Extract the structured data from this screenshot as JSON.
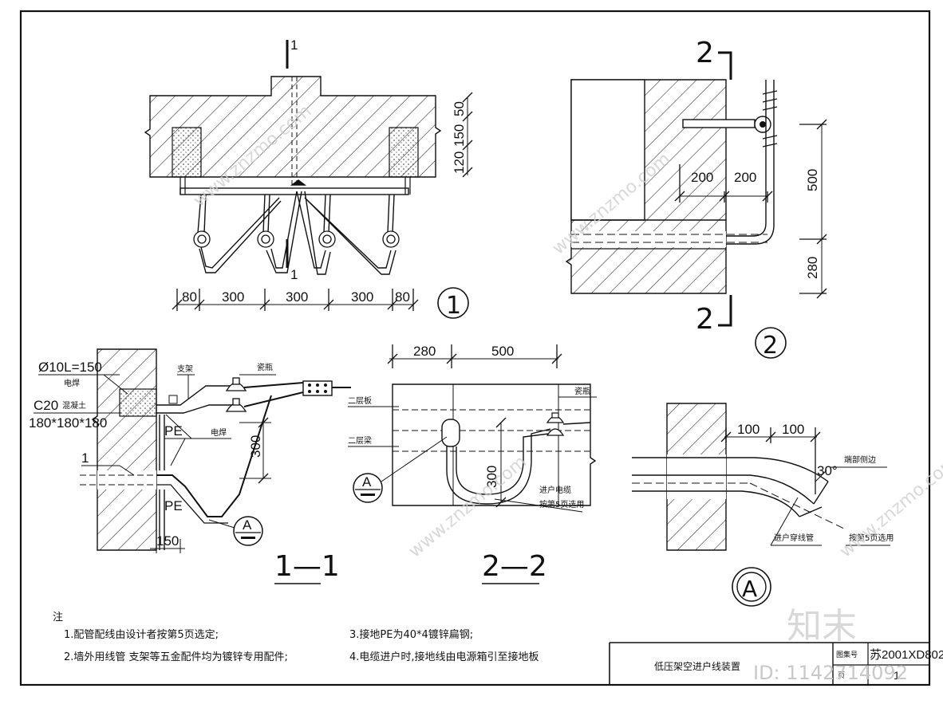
{
  "title_block": {
    "drawing_title": "低压架空进户线装置",
    "atlas_label": "图集号",
    "atlas_number": "苏2001XD802",
    "page_label": "页",
    "page_number": "1"
  },
  "view1": {
    "section_mark": "1",
    "dims_bottom": [
      "80",
      "300",
      "300",
      "300",
      "80"
    ],
    "dims_right": [
      "50",
      "150",
      "120"
    ],
    "label": "1"
  },
  "view2": {
    "section_mark": "2",
    "dims_top": [
      "200",
      "200"
    ],
    "dims_right": [
      "500",
      "280"
    ],
    "label": "2"
  },
  "section11": {
    "label": "1—1",
    "callouts": {
      "rod": "Ø10L=150",
      "rod_note": "电焊",
      "bracket": "支架",
      "insulator": "瓷瓶",
      "concrete": "C20",
      "concrete_note": "混凝土",
      "block_size": "180*180*180",
      "pe_top": "PE",
      "pe_bottom": "PE",
      "weld": "电焊",
      "mark1": "1",
      "dim_v": "300",
      "dim_h": "150",
      "detail": "A"
    }
  },
  "section22": {
    "label": "2—2",
    "dims_top": [
      "280",
      "500"
    ],
    "dim_v": "300",
    "callouts": {
      "floor_slab": "二层板",
      "floor_beam": "二层梁",
      "insulator": "瓷瓶",
      "cable": "进户电缆",
      "cable_note": "按第5页选用",
      "detail": "A"
    }
  },
  "detailA": {
    "label": "A",
    "dims_top": [
      "100",
      "100"
    ],
    "angle": "30°",
    "callouts": {
      "end_treatment": "端部侧边",
      "pipe": "进户穿线管",
      "pipe_note": "按第5页选用"
    }
  },
  "notes": {
    "heading": "注",
    "items": [
      "1.配管配线由设计者按第5页选定;",
      "2.墙外用线管  支架等五金配件均为镀锌专用配件;",
      "3.接地PE为40*4镀锌扁钢;",
      "4.电缆进户时,接地线由电源箱引至接地板"
    ]
  },
  "watermark": {
    "brand": "知末",
    "id_text": "ID: 1142714092",
    "site": "www.znzmo.com"
  }
}
